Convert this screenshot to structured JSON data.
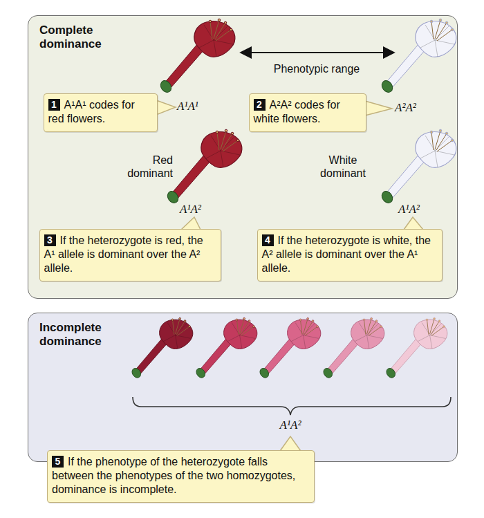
{
  "diagram": {
    "nodes": [
      {
        "text": [
          "Complete dominance"
        ]
      },
      {
        "text": [
          "1",
          "A¹A¹ codes for red flowers."
        ],
        "in": 0
      },
      {
        "text": [
          "2",
          "A²A² codes for white flowers."
        ],
        "in": 0
      },
      {
        "text": [
          "3",
          "If the heterozygote is red, the A¹ allele is dominant over the A² allele."
        ],
        "in": 0
      },
      {
        "text": [
          "4",
          "If the heterozygote is white, the A² allele is dominant over the A¹ allele."
        ],
        "in": 0
      },
      {
        "text": [
          "Incomplete dominance"
        ]
      },
      {
        "text": [
          "5",
          "If the phenotype of the heterozygote falls between the phenotypes of the two homozygotes, dominance is incomplete."
        ]
      }
    ],
    "labels": [
      "Phenotypic range",
      "A¹A¹",
      "A²A²",
      "Red dominant",
      "White dominant",
      "A¹A²",
      "A¹A²",
      "A¹A²"
    ]
  }
}
